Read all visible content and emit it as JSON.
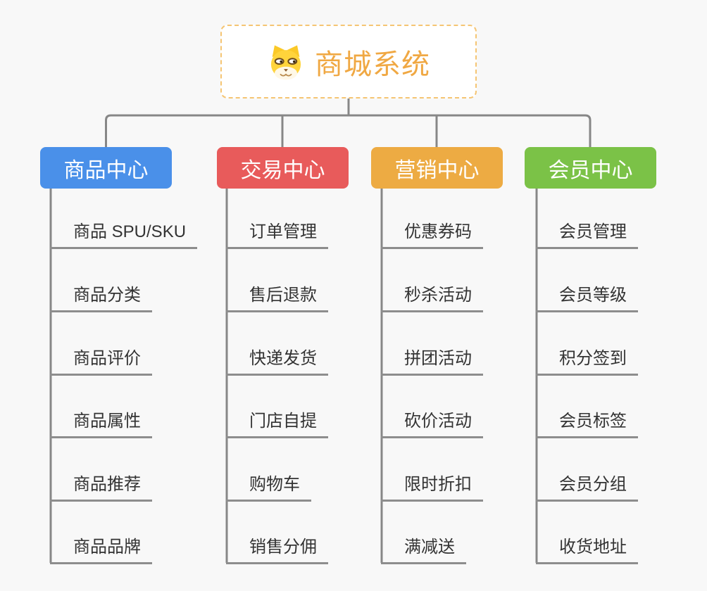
{
  "canvas": {
    "background": "#f8f8f8",
    "connector_color": "#878787"
  },
  "root": {
    "label": "商城系统",
    "icon": "dog-face-icon",
    "text_color": "#f0a843",
    "border_color": "#f5c573",
    "background": "#ffffff"
  },
  "branches": [
    {
      "label": "商品中心",
      "color": "#4a90e9",
      "children": [
        "商品 SPU/SKU",
        "商品分类",
        "商品评价",
        "商品属性",
        "商品推荐",
        "商品品牌"
      ]
    },
    {
      "label": "交易中心",
      "color": "#e85b5b",
      "children": [
        "订单管理",
        "售后退款",
        "快递发货",
        "门店自提",
        "购物车",
        "销售分佣"
      ]
    },
    {
      "label": "营销中心",
      "color": "#edab43",
      "children": [
        "优惠券码",
        "秒杀活动",
        "拼团活动",
        "砍价活动",
        "限时折扣",
        "满减送"
      ]
    },
    {
      "label": "会员中心",
      "color": "#7bc247",
      "children": [
        "会员管理",
        "会员等级",
        "积分签到",
        "会员标签",
        "会员分组",
        "收货地址"
      ]
    }
  ]
}
